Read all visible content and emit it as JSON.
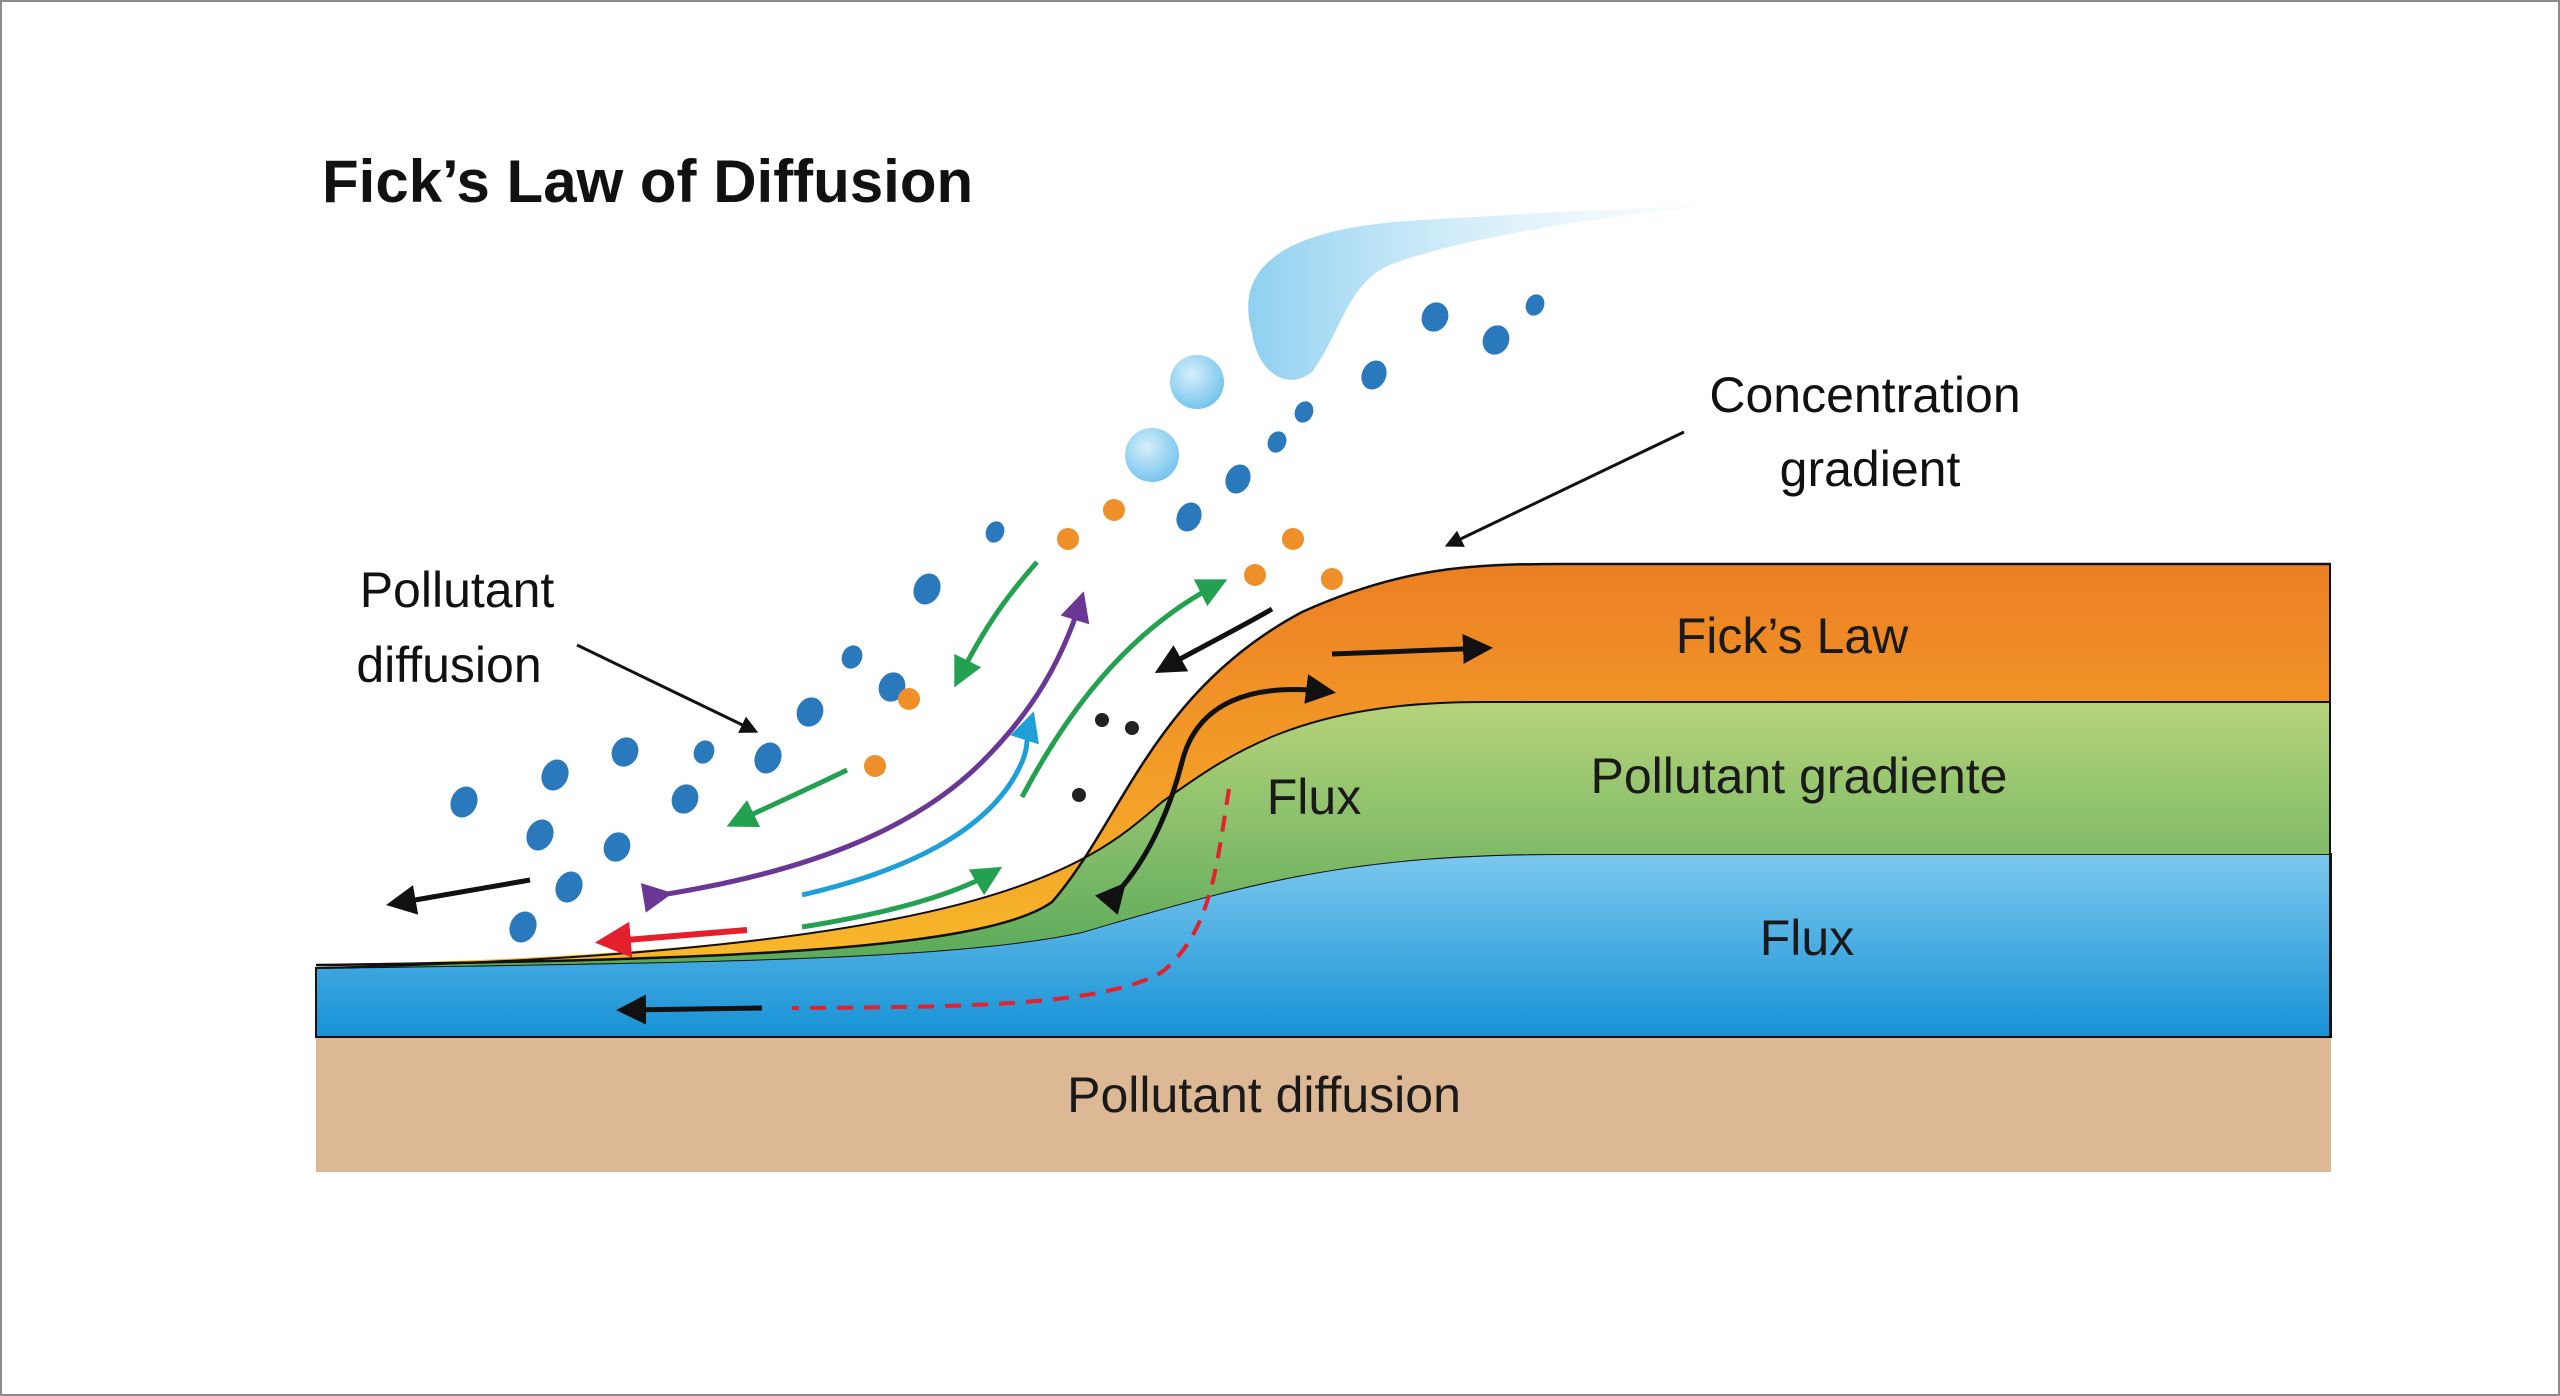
{
  "title": "Fick’s Law of Diffusion",
  "labels": {
    "concentration_gradient_line1": "Concentration",
    "concentration_gradient_line2": "gradient",
    "pollutant_diffusion_line1": "Pollutant",
    "pollutant_diffusion_line2": "diffusion",
    "ficks_law_layer": "Fick’s Law",
    "pollutant_gradient_layer": "Pollutant gradiente",
    "flux_layer": "Flux",
    "flux_curve": "Flux",
    "ground_layer": "Pollutant diffusion"
  },
  "colors": {
    "ficks_law_layer": [
      "#ec7f24",
      "#f8b82b"
    ],
    "pollutant_gradient_layer": [
      "#b6d37a",
      "#58a95a"
    ],
    "flux_layer": [
      "#7cc8ee",
      "#1692d6"
    ],
    "ground_layer": "#dcb994",
    "particles_blue": "#2a79bd",
    "particles_orange": "#ee8f2a",
    "arrow_green": "#24a150",
    "arrow_purple": "#6a3795",
    "arrow_cyan": "#1f9fd8",
    "arrow_red": "#e3202b",
    "arrow_black": "#111111"
  }
}
